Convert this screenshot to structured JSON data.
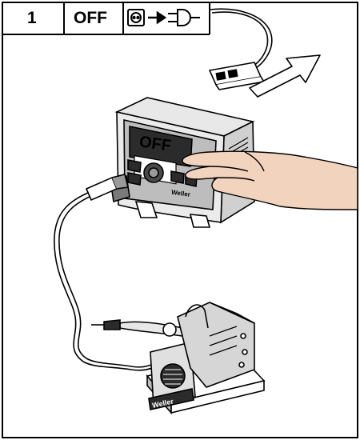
{
  "header": {
    "step_number": "1",
    "power_state": "OFF",
    "icons": [
      "power-outlet-icon",
      "arrow-right-icon",
      "power-plug-icon"
    ]
  },
  "illustration": {
    "display_label": "OFF",
    "brand_label": "Weller",
    "icons": [
      "hand-icon",
      "unplug-arrow-icon",
      "power-cord-icon",
      "soldering-station-icon",
      "soldering-iron-icon",
      "iron-stand-icon"
    ]
  },
  "colors": {
    "line": "#000000",
    "background": "#ffffff",
    "skin": "#f2d3bd",
    "unit_gray": "#d9d9d9",
    "display_dark": "#2b2b2b"
  }
}
